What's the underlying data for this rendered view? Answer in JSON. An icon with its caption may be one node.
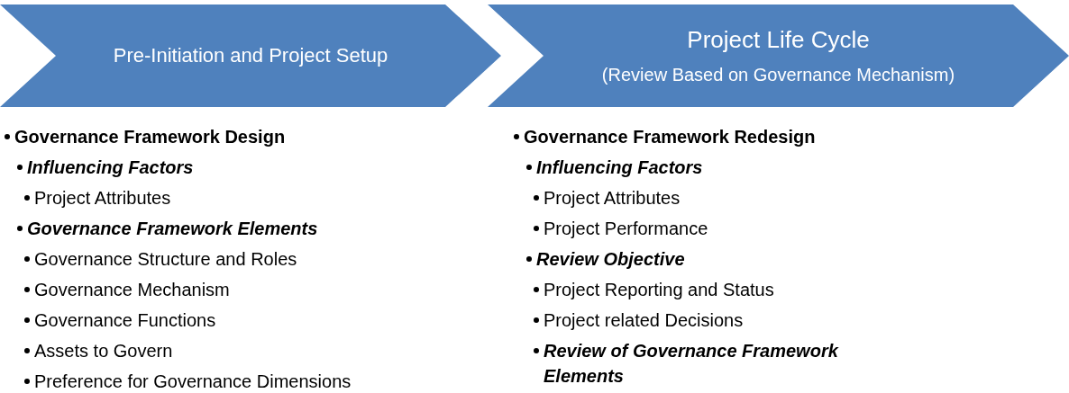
{
  "diagram": {
    "nodes": [
      {
        "text": [
          "Pre-Initiation and Project Setup"
        ]
      },
      {
        "text": [
          "Project Life Cycle",
          "(Review Based on Governance Mechanism)"
        ]
      }
    ],
    "labels": [
      "Governance Framework Design",
      "Influencing Factors",
      "Project Attributes",
      "Governance Framework Elements",
      "Governance Structure and Roles",
      "Governance Mechanism",
      "Governance Functions",
      "Assets to Govern",
      "Preference for Governance Dimensions",
      "Governance Framework Redesign",
      "Influencing Factors",
      "Project Attributes",
      "Project Performance",
      "Review Objective",
      "Project Reporting and Status",
      "Project related Decisions",
      "Review of Governance Framework Elements"
    ]
  }
}
